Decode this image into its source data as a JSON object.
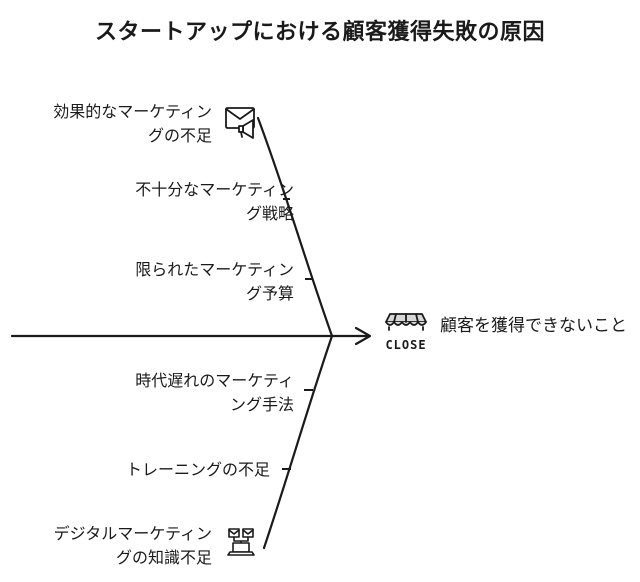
{
  "title": "スタートアップにおける顧客獲得失敗の原因",
  "effect": {
    "label": "顧客を獲得できないこと",
    "icon": "closed-store-icon",
    "icon_text": "CLOSE"
  },
  "causes_top": [
    {
      "line1": "効果的なマーケティン",
      "line2": "グの不足",
      "icon": "email-megaphone-icon"
    },
    {
      "line1": "不十分なマーケティン",
      "line2": "グ戦略"
    },
    {
      "line1": "限られたマーケティン",
      "line2": "グ予算"
    }
  ],
  "causes_bottom": [
    {
      "line1": "時代遅れのマーケティ",
      "line2": "ング手法"
    },
    {
      "line1": "トレーニングの不足",
      "line2": ""
    },
    {
      "line1": "デジタルマーケティン",
      "line2": "グの知識不足",
      "icon": "laptop-email-icon"
    }
  ],
  "colors": {
    "line": "#1a1a1a",
    "awning": "#d8d8d8"
  }
}
